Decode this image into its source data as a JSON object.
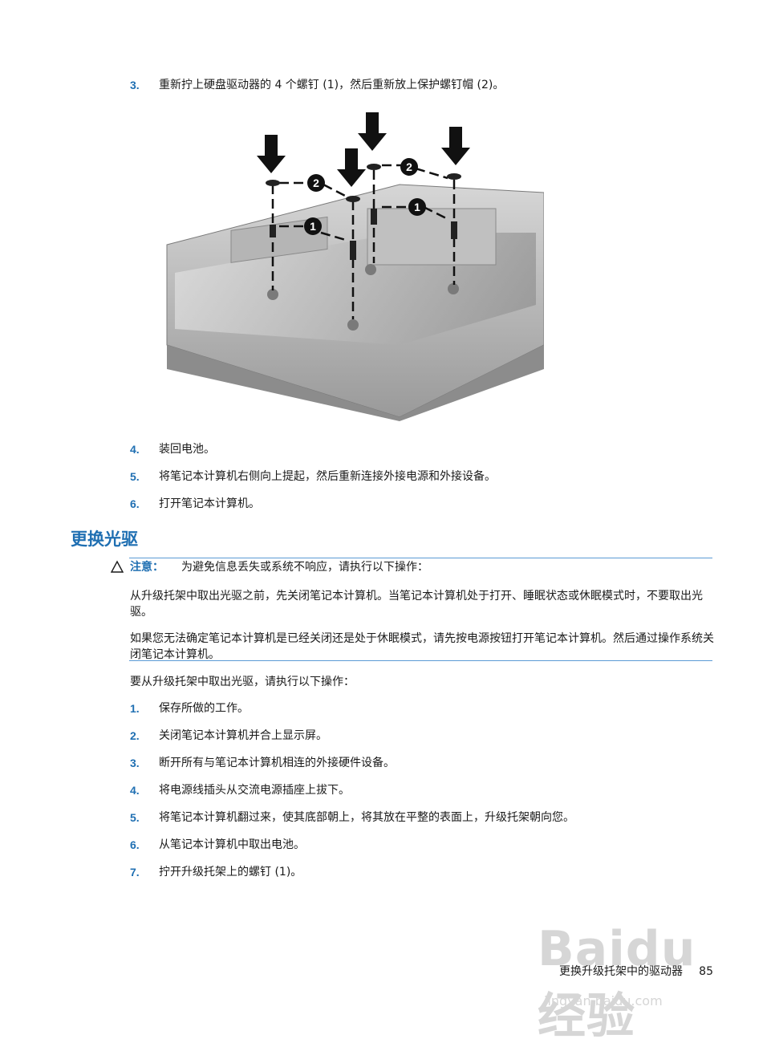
{
  "steps_top": [
    {
      "num": "3.",
      "text": "重新拧上硬盘驱动器的 4 个螺钉 (1)，然后重新放上保护螺钉帽 (2)。"
    },
    {
      "num": "4.",
      "text": "装回电池。"
    },
    {
      "num": "5.",
      "text": "将笔记本计算机右侧向上提起，然后重新连接外接电源和外接设备。"
    },
    {
      "num": "6.",
      "text": "打开笔记本计算机。"
    }
  ],
  "figure": {
    "callouts": [
      "1",
      "2"
    ]
  },
  "section_title": "更换光驱",
  "caution": {
    "label": "注意：",
    "text": "为避免信息丢失或系统不响应，请执行以下操作：",
    "paragraphs": [
      "从升级托架中取出光驱之前，先关闭笔记本计算机。当笔记本计算机处于打开、睡眠状态或休眠模式时，不要取出光驱。",
      "如果您无法确定笔记本计算机是已经关闭还是处于休眠模式，请先按电源按钮打开笔记本计算机。然后通过操作系统关闭笔记本计算机。"
    ]
  },
  "intro": "要从升级托架中取出光驱，请执行以下操作：",
  "steps_bottom": [
    {
      "num": "1.",
      "text": "保存所做的工作。"
    },
    {
      "num": "2.",
      "text": "关闭笔记本计算机并合上显示屏。"
    },
    {
      "num": "3.",
      "text": "断开所有与笔记本计算机相连的外接硬件设备。"
    },
    {
      "num": "4.",
      "text": "将电源线插头从交流电源插座上拔下。"
    },
    {
      "num": "5.",
      "text": "将笔记本计算机翻过来，使其底部朝上，将其放在平整的表面上，升级托架朝向您。"
    },
    {
      "num": "6.",
      "text": "从笔记本计算机中取出电池。"
    },
    {
      "num": "7.",
      "text": "拧开升级托架上的螺钉 (1)。"
    }
  ],
  "footer": {
    "chapter": "更换升级托架中的驱动器",
    "page": "85"
  },
  "watermark": {
    "logo": "Baidu经验",
    "url": "jingyan.baidu.com"
  },
  "colors": {
    "accent": "#1f6fb2",
    "rule": "#5b9bd5",
    "text": "#1a1a1a"
  }
}
